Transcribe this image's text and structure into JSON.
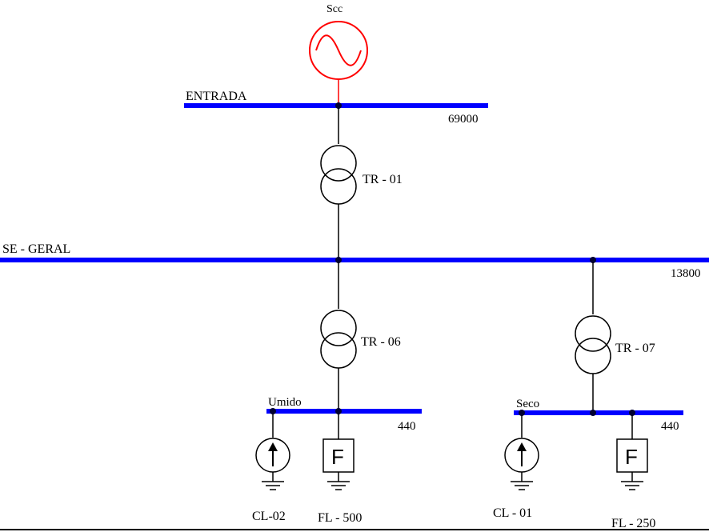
{
  "source": {
    "label": "Scc",
    "color": "#ff0000",
    "icon": "ac-source-icon"
  },
  "buses": {
    "entrada": {
      "name": "ENTRADA",
      "voltage": "69000"
    },
    "se_geral": {
      "name": "SE - GERAL",
      "voltage": "13800"
    },
    "umido": {
      "name": "Umido",
      "voltage": "440"
    },
    "seco": {
      "name": "Seco",
      "voltage": "440"
    }
  },
  "transformers": {
    "tr01": "TR - 01",
    "tr06": "TR - 06",
    "tr07": "TR - 07"
  },
  "loads": {
    "cl02": "CL-02",
    "fl500": "FL - 500",
    "cl01": "CL - 01",
    "fl250": "FL - 250"
  },
  "filter_symbol": "F",
  "colors": {
    "bus": "#0000ff",
    "source": "#ff0000",
    "wire": "#000000"
  }
}
